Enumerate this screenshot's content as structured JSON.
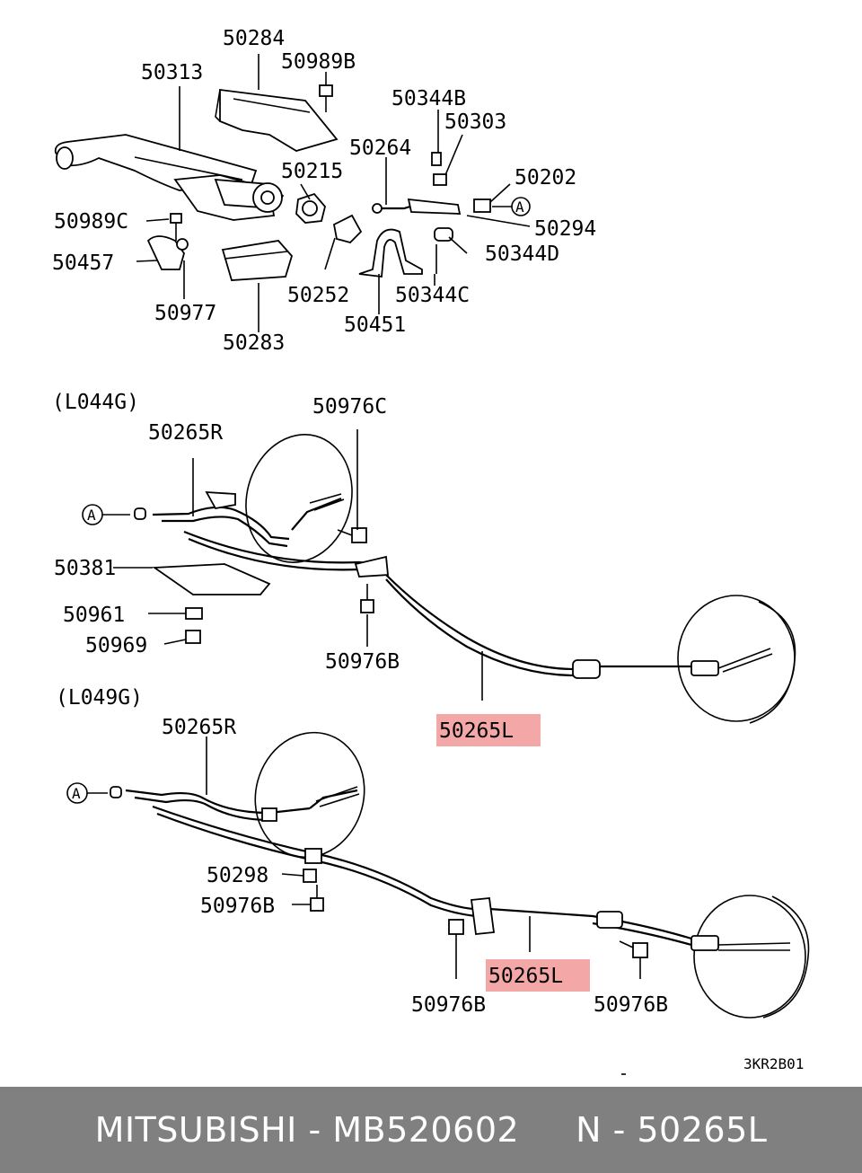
{
  "diagram": {
    "top_labels": {
      "p50284": "50284",
      "p50989B": "50989B",
      "p50313": "50313",
      "p50344B": "50344B",
      "p50303": "50303",
      "p50264": "50264",
      "p50215": "50215",
      "p50202": "50202",
      "p50294": "50294",
      "p50989C": "50989C",
      "p50344D": "50344D",
      "p50457": "50457",
      "p50252": "50252",
      "p50344C": "50344C",
      "p50977": "50977",
      "p50451": "50451",
      "p50283": "50283",
      "markerA": "A"
    },
    "section1": {
      "title": "(L044G)",
      "p50976C": "50976C",
      "p50265R": "50265R",
      "markerA": "A",
      "p50381": "50381",
      "p50961": "50961",
      "p50969": "50969",
      "p50976B": "50976B",
      "p50265L": "50265L"
    },
    "section2": {
      "title": "(L049G)",
      "p50265R": "50265R",
      "markerA": "A",
      "p50298": "50298",
      "p50976B_left": "50976B",
      "p50265L": "50265L",
      "p50976B_bottom": "50976B",
      "p50976B_right": "50976B"
    },
    "figure_code": "3KR2B01",
    "highlight_color": "#f08a8a"
  },
  "footer": {
    "text": "MITSUBISHI - MB520602     N - 50265L"
  }
}
